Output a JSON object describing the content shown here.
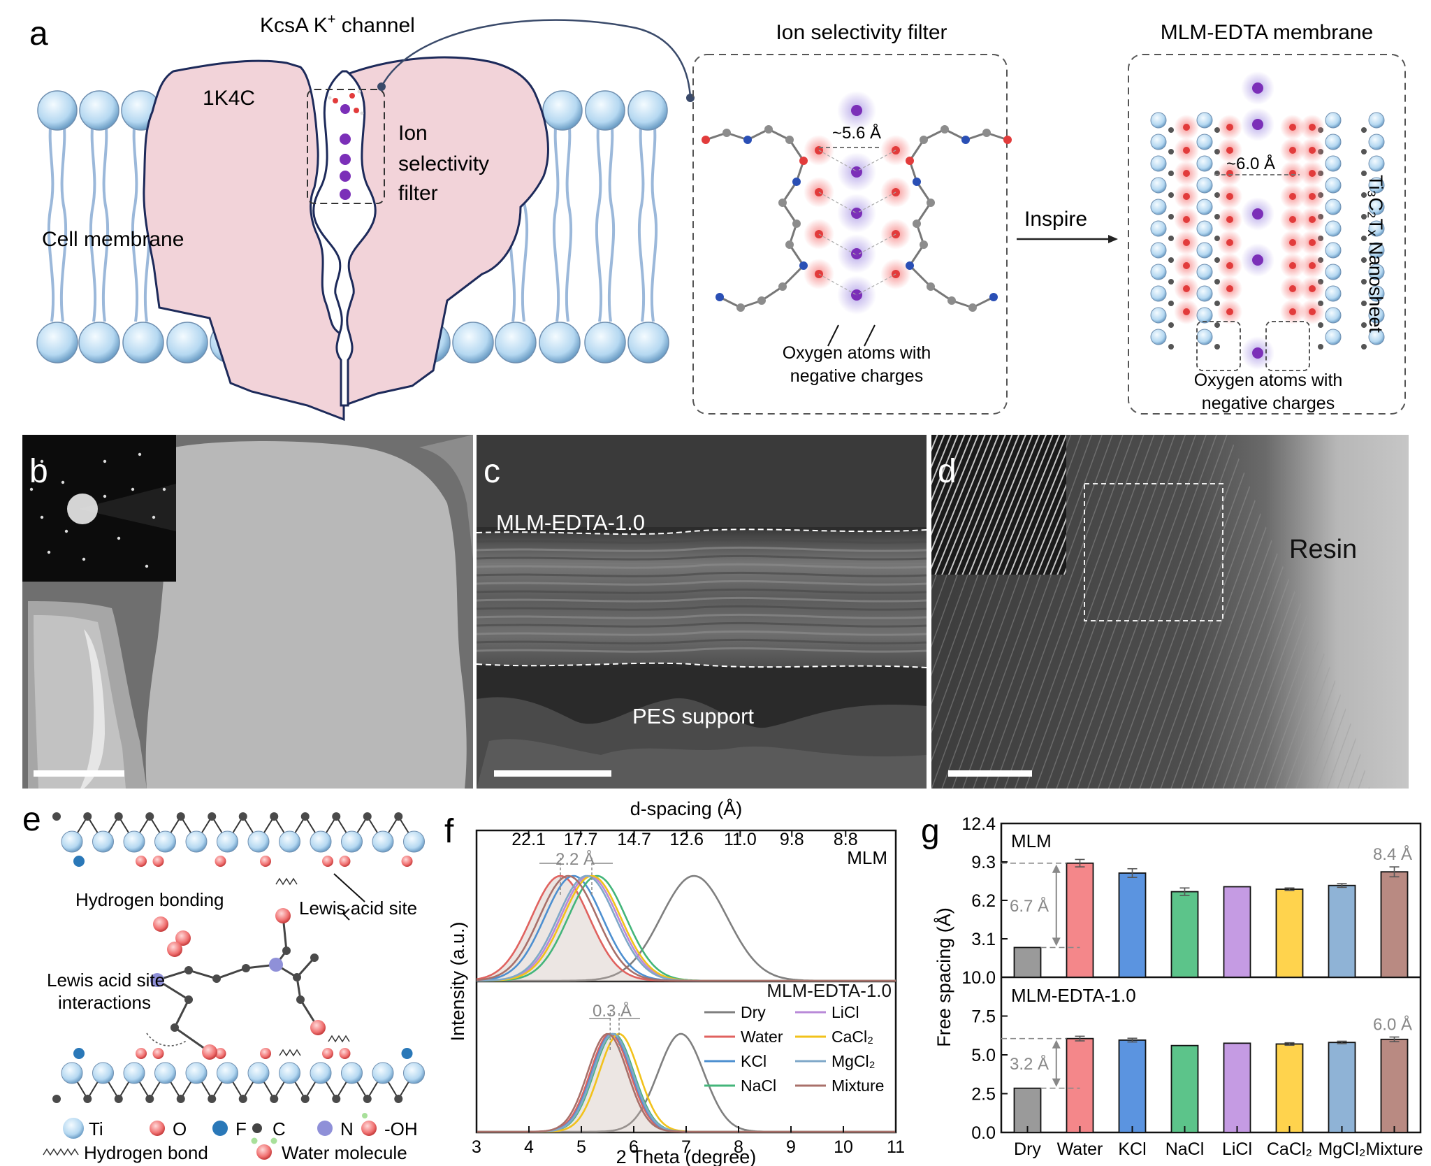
{
  "panels": {
    "a": "a",
    "b": "b",
    "c": "c",
    "d": "d",
    "e": "e",
    "f": "f",
    "g": "g"
  },
  "a": {
    "kcsa_title": "KcsA K",
    "kcsa_sup": "+",
    "kcsa_tail": " channel",
    "pdb": "1K4C",
    "cell_membrane": "Cell membrane",
    "isf_1": "Ion",
    "isf_2": "selectivity",
    "isf_3": "filter",
    "filter_title": "Ion selectivity filter",
    "filter_dist": "~5.6 Å",
    "filter_oxy_1": "Oxygen atoms with",
    "filter_oxy_2": "negative charges",
    "inspire": "Inspire",
    "mlm_title": "MLM-EDTA membrane",
    "mlm_dist": "~6.0 Å",
    "mlm_oxy_1": "Oxygen atoms with",
    "mlm_oxy_2": "negative charges",
    "nanosheet": "Ti₃C₂Tₓ Nanosheet"
  },
  "c": {
    "top_label": "MLM-EDTA-1.0",
    "bottom_label": "PES support"
  },
  "d": {
    "resin": "Resin"
  },
  "e": {
    "hbond_label": "Hydrogen bonding",
    "lewis_label": "Lewis acid site",
    "lewis_int_1": "Lewis acid site",
    "lewis_int_2": "interactions",
    "legend": [
      "Ti",
      "O",
      "F",
      "C",
      "N",
      "-OH"
    ],
    "legend_colors": [
      "#bfe0f5",
      "#f07f7f",
      "#2a78b8",
      "#444444",
      "#8f90d8",
      "#f07f7f"
    ],
    "hbond_legend": "Hydrogen bond",
    "water_legend": "Water molecule"
  },
  "f": {
    "top_axis_title": "d-spacing (Å)",
    "top_ticks": [
      "22.1",
      "17.7",
      "14.7",
      "12.6",
      "11.0",
      "9.8",
      "8.8"
    ],
    "x_ticks": [
      "3",
      "4",
      "5",
      "6",
      "7",
      "8",
      "9",
      "10",
      "11"
    ],
    "xlabel": "2 Theta (degree)",
    "ylabel": "Intensity (a.u.)",
    "sub_top": "MLM",
    "sub_bottom": "MLM-EDTA-1.0",
    "ann_top": "2.2 Å",
    "ann_bottom": "0.3 Å",
    "legend": [
      {
        "name": "Dry",
        "color": "#7f7f7f"
      },
      {
        "name": "Water",
        "color": "#e0625f"
      },
      {
        "name": "KCl",
        "color": "#4d8fd0"
      },
      {
        "name": "NaCl",
        "color": "#43b57a"
      },
      {
        "name": "LiCl",
        "color": "#b98ad8"
      },
      {
        "name": "CaCl₂",
        "color": "#f2c21b"
      },
      {
        "name": "MgCl₂",
        "color": "#7fa8c9"
      },
      {
        "name": "Mixture",
        "color": "#a9706a"
      }
    ]
  },
  "g": {
    "ylabel": "Free spacing (Å)",
    "top_title": "MLM",
    "bottom_title": "MLM-EDTA-1.0",
    "top_ticks": [
      "12.4",
      "9.3",
      "6.2",
      "3.1",
      "10.0"
    ],
    "bottom_ticks": [
      "7.5",
      "5.0",
      "2.5",
      "0.0"
    ],
    "top_gap": "6.7 Å",
    "top_max": "8.4 Å",
    "bottom_gap": "3.2 Å",
    "bottom_max": "6.0 Å",
    "categories": [
      "Dry",
      "Water",
      "KCl",
      "NaCl",
      "LiCl",
      "CaCl₂",
      "MgCl₂",
      "Mixture"
    ]
  },
  "chart_data": [
    {
      "type": "line",
      "title": "",
      "xlabel": "2 Theta (degree)",
      "ylabel": "Intensity (a.u.)",
      "xlim": [
        3,
        11
      ],
      "subplots": [
        {
          "name": "MLM",
          "peaks": [
            {
              "series": "Dry",
              "x": 7.15
            },
            {
              "series": "Water",
              "x": 4.6
            },
            {
              "series": "KCl",
              "x": 4.85
            },
            {
              "series": "NaCl",
              "x": 5.3
            },
            {
              "series": "LiCl",
              "x": 5.15
            },
            {
              "series": "CaCl₂",
              "x": 5.2
            },
            {
              "series": "MgCl₂",
              "x": 5.1
            },
            {
              "series": "Mixture",
              "x": 4.75
            }
          ]
        },
        {
          "name": "MLM-EDTA-1.0",
          "peaks": [
            {
              "series": "Dry",
              "x": 6.9
            },
            {
              "series": "Water",
              "x": 5.55
            },
            {
              "series": "KCl",
              "x": 5.58
            },
            {
              "series": "NaCl",
              "x": 5.62
            },
            {
              "series": "LiCl",
              "x": 5.6
            },
            {
              "series": "CaCl₂",
              "x": 5.72
            },
            {
              "series": "MgCl₂",
              "x": 5.6
            },
            {
              "series": "Mixture",
              "x": 5.5
            }
          ]
        }
      ]
    },
    {
      "type": "bar",
      "title": "",
      "ylabel": "Free spacing (Å)",
      "categories": [
        "Dry",
        "Water",
        "KCl",
        "NaCl",
        "LiCl",
        "CaCl₂",
        "MgCl₂",
        "Mixture"
      ],
      "colors": [
        "#9a9a9a",
        "#f4878a",
        "#5b94e0",
        "#5cc48a",
        "#c59be3",
        "#ffd34d",
        "#8fb3d6",
        "#b98a82"
      ],
      "series": [
        {
          "name": "MLM",
          "values": [
            2.4,
            9.2,
            8.4,
            6.9,
            7.3,
            7.1,
            7.4,
            8.5
          ],
          "errors": [
            0,
            0.3,
            0.35,
            0.3,
            0,
            0.1,
            0.15,
            0.4
          ],
          "ylim": [
            0,
            12.4
          ]
        },
        {
          "name": "MLM-EDTA-1.0",
          "values": [
            2.85,
            6.05,
            5.95,
            5.6,
            5.75,
            5.7,
            5.8,
            6.0
          ],
          "errors": [
            0,
            0.15,
            0.12,
            0,
            0,
            0.08,
            0.08,
            0.15
          ],
          "ylim": [
            0,
            10
          ]
        }
      ]
    }
  ]
}
